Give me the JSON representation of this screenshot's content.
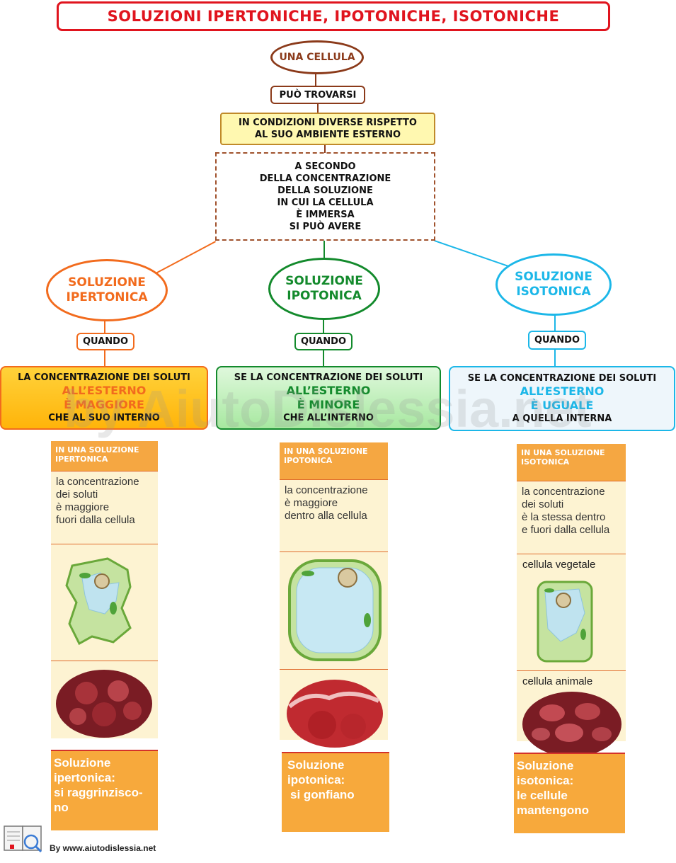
{
  "title": "SOLUZIONI IPERTONICHE, IPOTONICHE, ISOTONICHE",
  "root": "UNA CELLULA",
  "link_1": "PUÒ TROVARSI",
  "conditions": [
    "IN CONDIZIONI DIVERSE RISPETTO",
    "AL SUO AMBIENTE ESTERNO"
  ],
  "depending": [
    "A SECONDO",
    "DELLA CONCENTRAZIONE",
    "DELLA SOLUZIONE",
    "IN CUI LA CELLULA",
    "È IMMERSA",
    "SI PUÒ AVERE"
  ],
  "branches": [
    {
      "name": [
        "SOLUZIONE",
        "IPERTONICA"
      ],
      "color": "#f26b1d",
      "when": "QUANDO",
      "desc_top": "LA CONCENTRAZIONE DEI SOLUTI",
      "desc_mid": [
        "ALL’ESTERNO",
        "È MAGGIORE"
      ],
      "desc_bottom": "CHE AL SUO INTERNO",
      "panel_head": [
        "IN UNA SOLUZIONE",
        "IPERTONICA"
      ],
      "panel_text": [
        "la concentrazione",
        "dei soluti",
        "è maggiore",
        "fuori dalla cellula"
      ],
      "caption": [
        "Soluzione",
        "ipertonica:",
        "si raggrinzisco-",
        "no"
      ]
    },
    {
      "name": [
        "SOLUZIONE",
        "IPOTONICA"
      ],
      "color": "#138a2c",
      "when": "QUANDO",
      "desc_top": "SE LA CONCENTRAZIONE DEI SOLUTI",
      "desc_mid": [
        "ALL’ESTERNO",
        "È MINORE"
      ],
      "desc_bottom": "CHE ALL’INTERNO",
      "panel_head": [
        "IN UNA SOLUZIONE",
        "IPOTONICA"
      ],
      "panel_text": [
        "la concentrazione",
        "è maggiore",
        "dentro alla cellula"
      ],
      "caption": [
        "Soluzione",
        "ipotonica:",
        "",
        "si gonfiano"
      ]
    },
    {
      "name": [
        "SOLUZIONE",
        "ISOTONICA"
      ],
      "color": "#1cb7e8",
      "when": "QUANDO",
      "desc_top": "SE LA CONCENTRAZIONE DEI SOLUTI",
      "desc_mid": [
        "ALL’ESTERNO",
        "È UGUALE"
      ],
      "desc_bottom": "A QUELLA INTERNA",
      "panel_head": [
        "IN UNA SOLUZIONE",
        "ISOTONICA"
      ],
      "panel_text": [
        "la concentrazione",
        "dei soluti",
        "è la stessa dentro",
        "e fuori dalla cellula"
      ],
      "plant_label": "cellula vegetale",
      "animal_label": "cellula animale",
      "caption": [
        "Soluzione",
        "isotonica:",
        "le cellule",
        "mantengono"
      ]
    }
  ],
  "watermark": "by AiutoDislessia.net",
  "footer": "By www.aiutodislessia.net"
}
